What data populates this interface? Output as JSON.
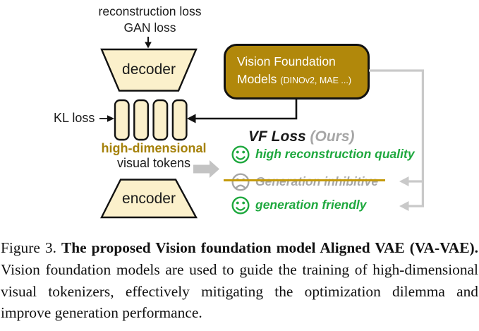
{
  "diagram": {
    "labels": {
      "reconstruction_loss": "reconstruction loss",
      "gan_loss": "GAN loss",
      "kl_loss": "KL loss",
      "decoder": "decoder",
      "encoder": "encoder",
      "high_dimensional": "high-dimensional",
      "visual_tokens": "visual tokens",
      "vf_loss": "VF Loss",
      "vf_loss_ours": "(Ours)"
    },
    "vfm_box": {
      "line1": "Vision Foundation",
      "line2": "Models",
      "line2_small": "(DINOv2, MAE ...)"
    },
    "outcomes": [
      {
        "icon": "happy-face-icon",
        "text": "high reconstruction quality",
        "struck": false
      },
      {
        "icon": "sad-face-icon",
        "text": "Generation inhibitive",
        "struck": true
      },
      {
        "icon": "happy-face-icon",
        "text": "generation friendly",
        "struck": false
      }
    ],
    "colors": {
      "shape_fill": "#fbf0cb",
      "shape_stroke": "#111111",
      "vfm_fill": "#b1880b",
      "green": "#1ea83e",
      "gray_text": "#a6a6a6",
      "gray_line": "#c9c9c9",
      "strike_gold": "#c49a0b",
      "high_dim_gold": "#a5810a"
    }
  },
  "caption": {
    "prefix": "Figure 3.",
    "bold": "The proposed Vision foundation model Aligned VAE (VA-VAE).",
    "body": "Vision foundation models are used to guide the training of high-dimensional visual tokenizers, effectively mitigating the optimization dilemma and improve generation performance."
  }
}
